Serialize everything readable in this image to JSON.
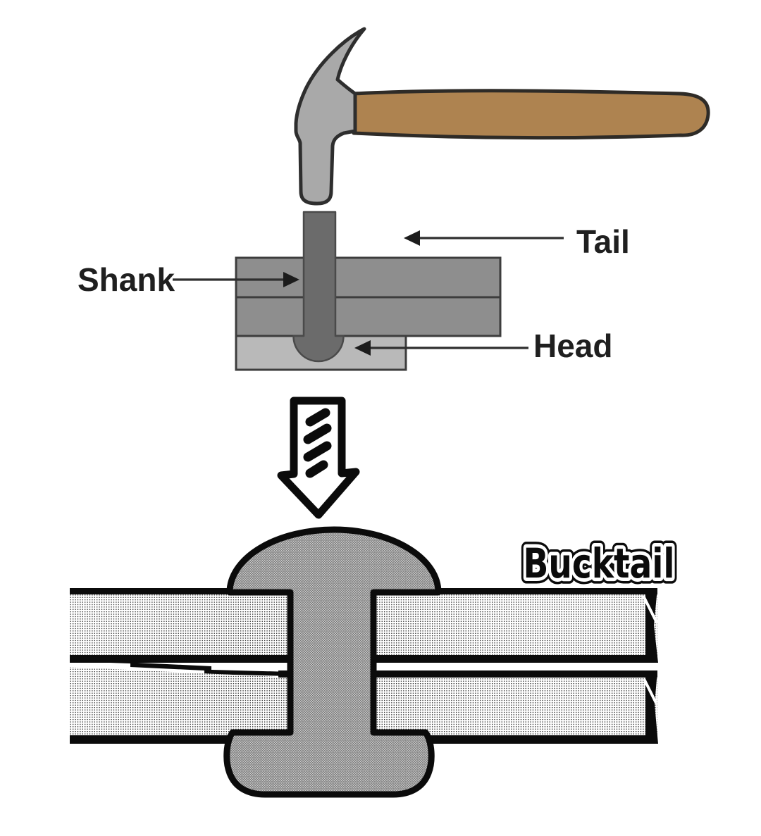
{
  "figure": {
    "type": "rivet-installation-diagram",
    "top_labels": {
      "shank": "Shank",
      "tail": "Tail",
      "head": "Head"
    },
    "bottom_label": "Bucktail",
    "icons": {
      "hammer": "claw-hammer-icon",
      "arrow": "thick-down-arrow-icon"
    }
  },
  "colors": {
    "background": "#ffffff",
    "hammer_head": "#a9a9a9",
    "hammer_handle": "#ae8350",
    "hammer_outline": "#2e2b27",
    "rivet_gray": "#6b6b6b",
    "rivet_outline": "#4a4a4a",
    "plate_gray": "#8e8e8e",
    "plate_outline": "#3d3d3d",
    "backing_plate_gray": "#b9b9b9",
    "label_ink": "#1f1f1f",
    "leader_line": "#2f2f2f",
    "diagram_ink": "#0b0b0b",
    "hatch_base": "#dcdcdc",
    "hatch_line": "#707070",
    "stipple_dot": "#1c1c1c"
  }
}
